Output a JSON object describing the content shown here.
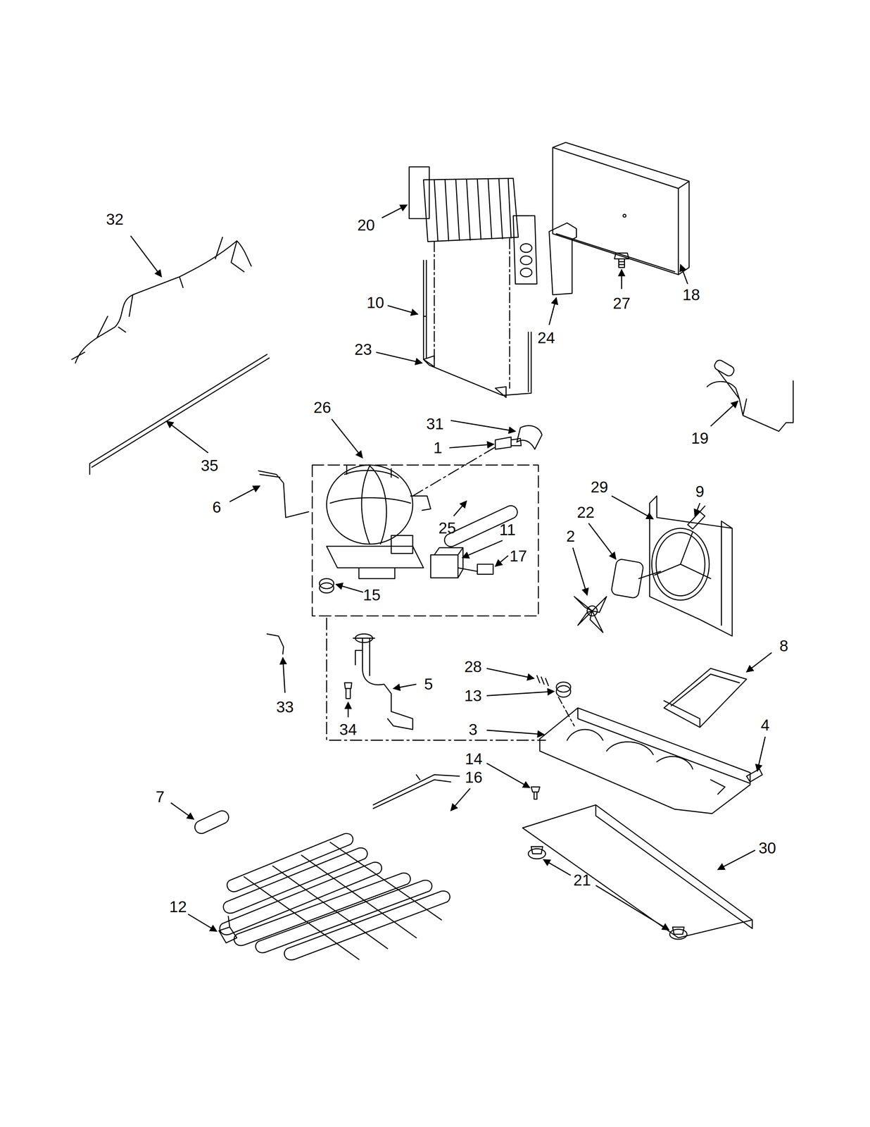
{
  "diagram": {
    "labels": [
      "1",
      "2",
      "3",
      "4",
      "5",
      "6",
      "7",
      "8",
      "9",
      "10",
      "11",
      "12",
      "13",
      "14",
      "15",
      "16",
      "17",
      "18",
      "19",
      "20",
      "21",
      "22",
      "23",
      "24",
      "25",
      "26",
      "27",
      "28",
      "29",
      "30",
      "31",
      "32",
      "33",
      "34",
      "35"
    ]
  }
}
